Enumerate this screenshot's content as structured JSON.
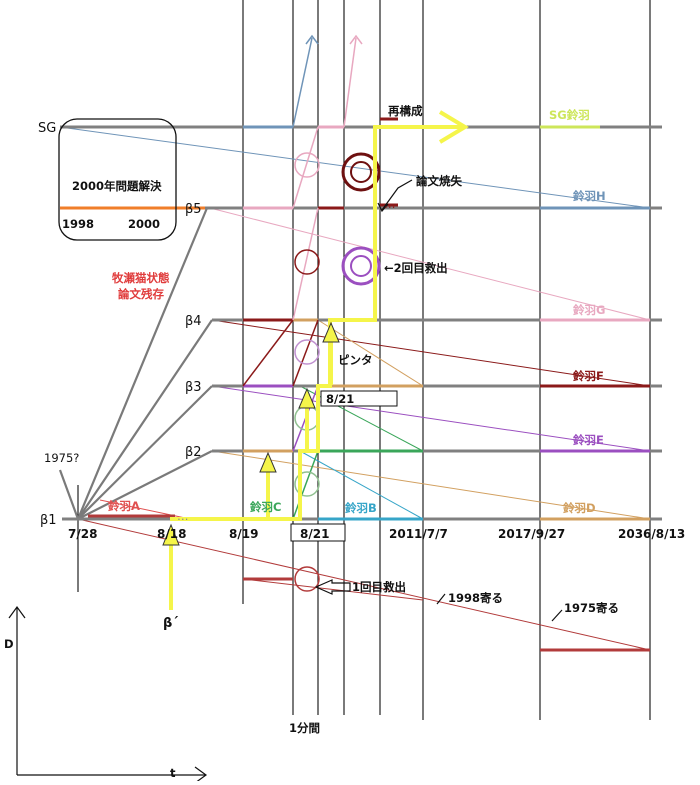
{
  "levels": {
    "sg": "SG",
    "b5": "β5",
    "b4": "β4",
    "b3": "β3",
    "b2": "β2",
    "b1": "β1"
  },
  "dates": {
    "d1": "7/28",
    "d2": "8/18",
    "d3": "8/19",
    "d4": "8/21",
    "d5": "2011/7/7",
    "d6": "2017/9/27",
    "d7": "2036/8/13"
  },
  "labels": {
    "year_q": "1975?",
    "box_title": "2000年問題解決",
    "box_y1": "1998",
    "box_y2": "2000",
    "makise1": "牧瀬猫状態",
    "makise2": "論文残存",
    "reconstruct": "再構成",
    "paper_burn": "論文焼失",
    "rescue2": "←2回目救出",
    "pinta": "ピンタ",
    "box_821": "8/21",
    "rescue1": "1回目救出",
    "y1998": "1998寄る",
    "y1975": "1975寄る",
    "beta_prime": "β´",
    "one_minute": "1分間",
    "axis_d": "D",
    "axis_t": "t",
    "ellipsis": "…"
  },
  "suzuha": {
    "a": "鈴羽A",
    "b": "鈴羽B",
    "c": "鈴羽C",
    "d": "鈴羽D",
    "e": "鈴羽E",
    "f": "鈴羽F",
    "g": "鈴羽G",
    "h": "鈴羽H",
    "sg": "SG鈴羽"
  },
  "colors": {
    "line_gray": "#808080",
    "yellow": "#f5f54a",
    "orange": "#f07e2a",
    "red_text": "#e03c3c",
    "dark_red": "#8b1a1a",
    "purple": "#9b4fc0",
    "green": "#3aa65a",
    "teal": "#36a5c8",
    "tan": "#d2a060",
    "pink": "#e8a8c0",
    "steel": "#6f94b8",
    "lime": "#cde65a"
  }
}
